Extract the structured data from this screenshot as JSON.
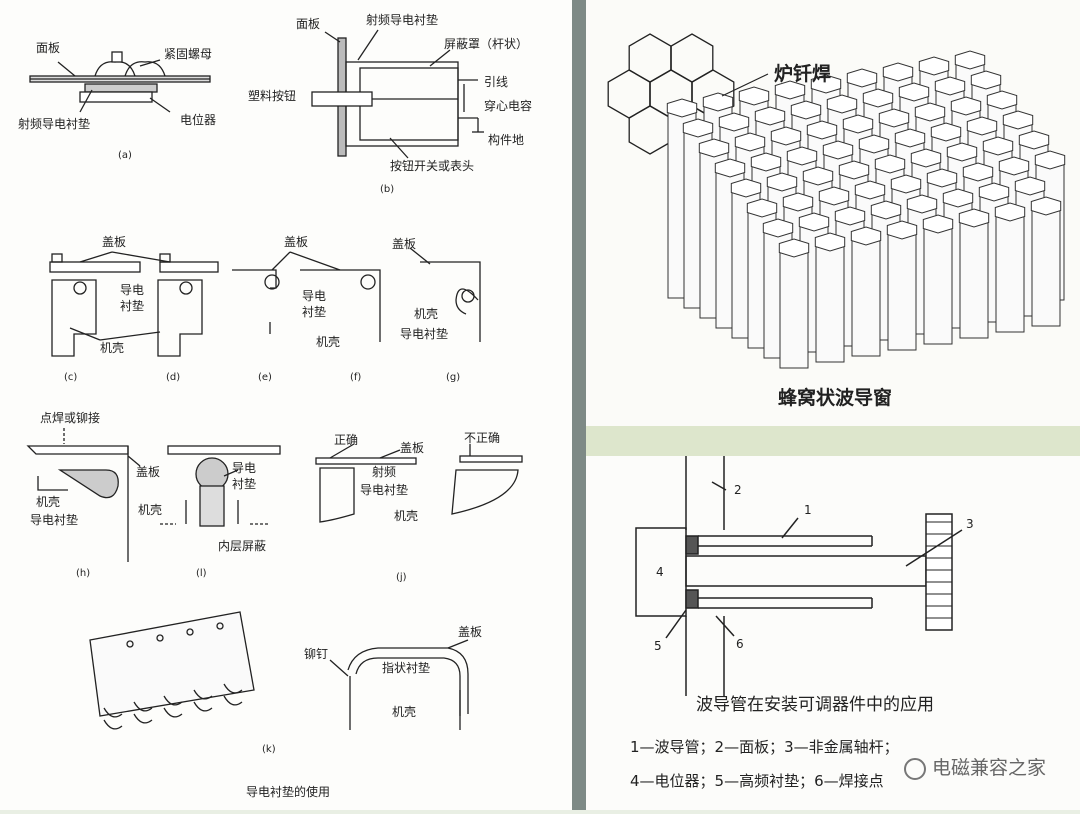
{
  "left": {
    "a": {
      "labels": [
        "面板",
        "紧固螺母",
        "射频导电衬垫",
        "电位器"
      ],
      "caption": "(a)"
    },
    "b": {
      "labels": [
        "面板",
        "射频导电衬垫",
        "屏蔽罩（杆状）",
        "引线",
        "塑料按钮",
        "穿心电容",
        "构件地",
        "按钮开关或表头"
      ],
      "caption": "(b)"
    },
    "cd": {
      "labels": [
        "盖板",
        "导电",
        "衬垫",
        "机壳"
      ],
      "captions": [
        "(c)",
        "(d)"
      ]
    },
    "ef": {
      "labels": [
        "盖板",
        "导电",
        "衬垫",
        "机壳"
      ],
      "captions": [
        "(e)",
        "(f)"
      ]
    },
    "g": {
      "labels": [
        "盖板",
        "机壳",
        "导电衬垫"
      ],
      "caption": "(g)"
    },
    "h": {
      "labels": [
        "点焊或铆接",
        "盖板",
        "机壳",
        "导电衬垫"
      ],
      "caption": "(h)"
    },
    "l": {
      "labels": [
        "导电",
        "衬垫",
        "机壳",
        "内层屏蔽"
      ],
      "caption": "(l)"
    },
    "j": {
      "labels": [
        "正确",
        "不正确",
        "盖板",
        "射频",
        "导电衬垫",
        "机壳"
      ],
      "caption": "(j)"
    },
    "k": {
      "labels": [
        "盖板",
        "铆钉",
        "指状衬垫",
        "机壳"
      ],
      "caption": "(k)"
    },
    "title": "导电衬垫的使用"
  },
  "honeycomb": {
    "label": "炉钎焊",
    "title": "蜂窝状波导窗"
  },
  "waveguide": {
    "numbers": [
      "1",
      "2",
      "3",
      "4",
      "5",
      "6"
    ],
    "title": "波导管在安装可调器件中的应用",
    "legend_line1": "1—波导管；2—面板；3—非金属轴杆；",
    "legend_line2": "4—电位器；5—高频衬垫；6—焊接点"
  },
  "watermark": "电磁兼容之家"
}
